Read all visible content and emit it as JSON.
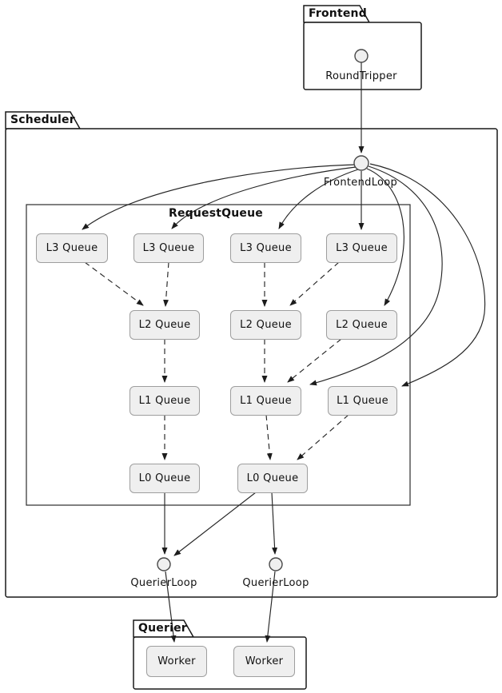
{
  "packages": {
    "frontend": {
      "label": "Frontend"
    },
    "scheduler": {
      "label": "Scheduler"
    },
    "querier": {
      "label": "Querier"
    }
  },
  "frames": {
    "request_queue": {
      "label": "RequestQueue"
    }
  },
  "interfaces": {
    "round_tripper": {
      "label": "RoundTripper"
    },
    "frontend_loop": {
      "label": "FrontendLoop"
    },
    "querier_loop_left": {
      "label": "QuerierLoop"
    },
    "querier_loop_right": {
      "label": "QuerierLoop"
    }
  },
  "queues": {
    "l3": "L3 Queue",
    "l2": "L2 Queue",
    "l1": "L1 Queue",
    "l0": "L0 Queue"
  },
  "workers": {
    "label": "Worker"
  },
  "colors": {
    "node_fill": "#efefef",
    "node_border": "#9e9e9e",
    "edge": "#252525",
    "outline": "#181818",
    "background": "#ffffff"
  }
}
